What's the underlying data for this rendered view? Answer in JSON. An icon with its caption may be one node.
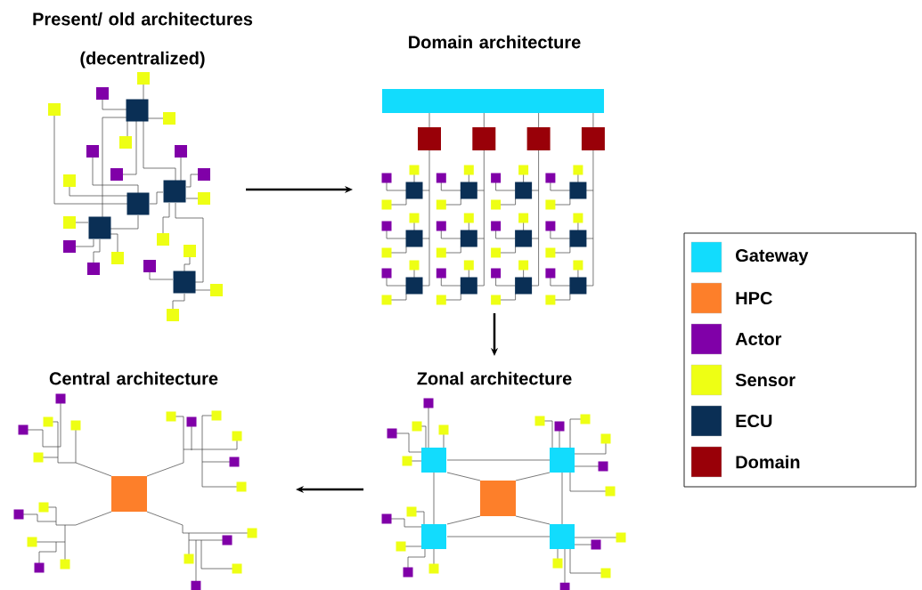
{
  "diagram": {
    "nodes": [
      {
        "text": [
          "Present/ old architectures (decentralized)"
        ]
      },
      {
        "text": [
          "Domain architecture"
        ]
      },
      {
        "text": [
          "Central architecture"
        ]
      },
      {
        "text": [
          "Zonal architecture"
        ]
      }
    ],
    "edges": [
      {
        "from": 0,
        "to": 1,
        "arrow": "to"
      },
      {
        "from": 1,
        "to": 3,
        "arrow": "to"
      },
      {
        "from": 3,
        "to": 2,
        "arrow": "to"
      }
    ],
    "legend": [
      {
        "text": "Gateway",
        "color": "#12dcfd"
      },
      {
        "text": "HPC",
        "color": "#fd7f2a"
      },
      {
        "text": "Actor",
        "color": "#8000a8"
      },
      {
        "text": "Sensor",
        "color": "#eeff14"
      },
      {
        "text": "ECU",
        "color": "#0a2f55"
      },
      {
        "text": "Domain",
        "color": "#990008"
      }
    ]
  }
}
